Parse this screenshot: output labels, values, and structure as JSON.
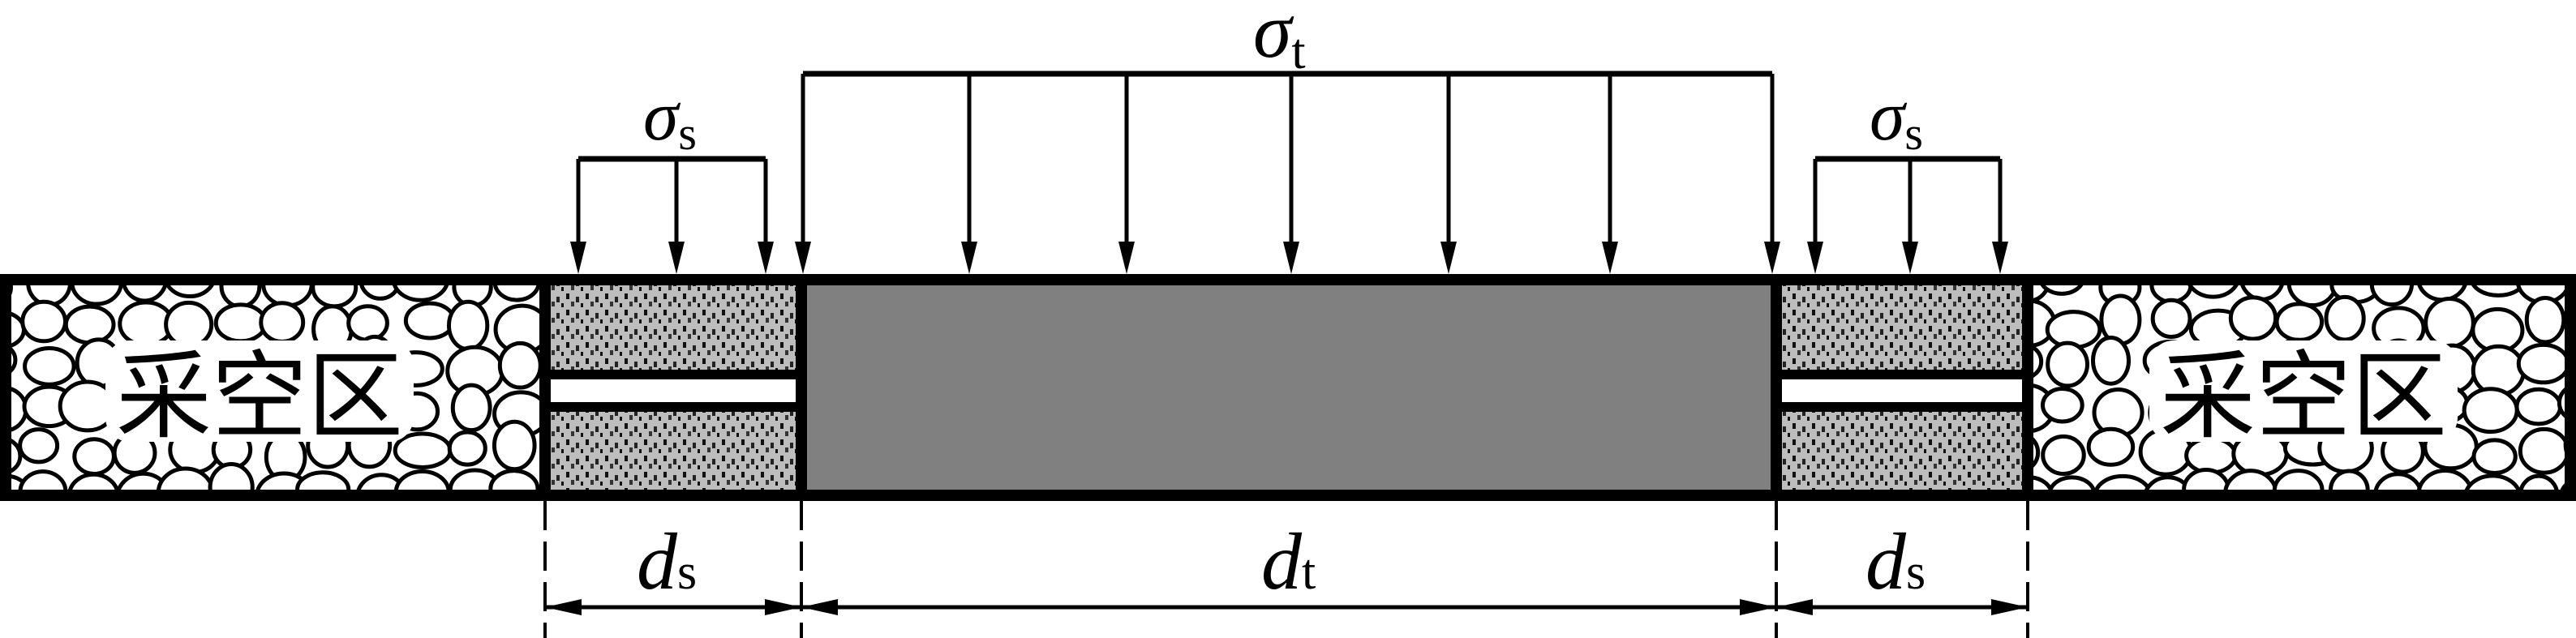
{
  "labels": {
    "sigma_t": {
      "main": "σ",
      "sub": "t"
    },
    "sigma_s_left": {
      "main": "σ",
      "sub": "s"
    },
    "sigma_s_right": {
      "main": "σ",
      "sub": "s"
    },
    "d_s_left": {
      "main": "d",
      "sub": "s"
    },
    "d_t": {
      "main": "d",
      "sub": "t"
    },
    "d_s_right": {
      "main": "d",
      "sub": "s"
    },
    "goaf_left": "采空区",
    "goaf_right": "采空区"
  },
  "colors": {
    "main_pillar": "#808080",
    "side_pillar": "#bdbdbd",
    "outline": "#000000"
  }
}
